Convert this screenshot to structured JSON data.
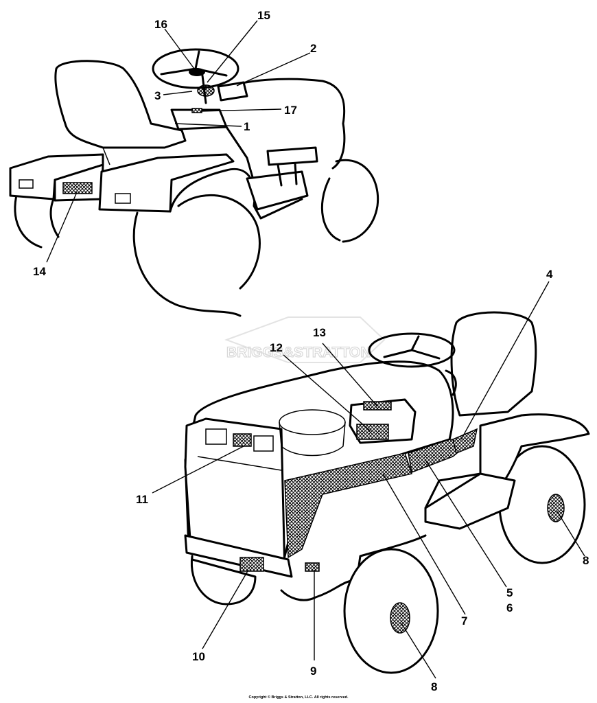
{
  "watermark": "BRIGGS&STRATTON",
  "copyright": "Copyright © Briggs & Stratton, LLC. All rights reserved.",
  "callouts": {
    "c1": "1",
    "c2": "2",
    "c3": "3",
    "c4": "4",
    "c5": "5",
    "c6": "6",
    "c7": "7",
    "c8a": "8",
    "c8b": "8",
    "c9": "9",
    "c10": "10",
    "c11": "11",
    "c12": "12",
    "c13": "13",
    "c14": "14",
    "c15": "15",
    "c16": "16",
    "c17": "17"
  }
}
